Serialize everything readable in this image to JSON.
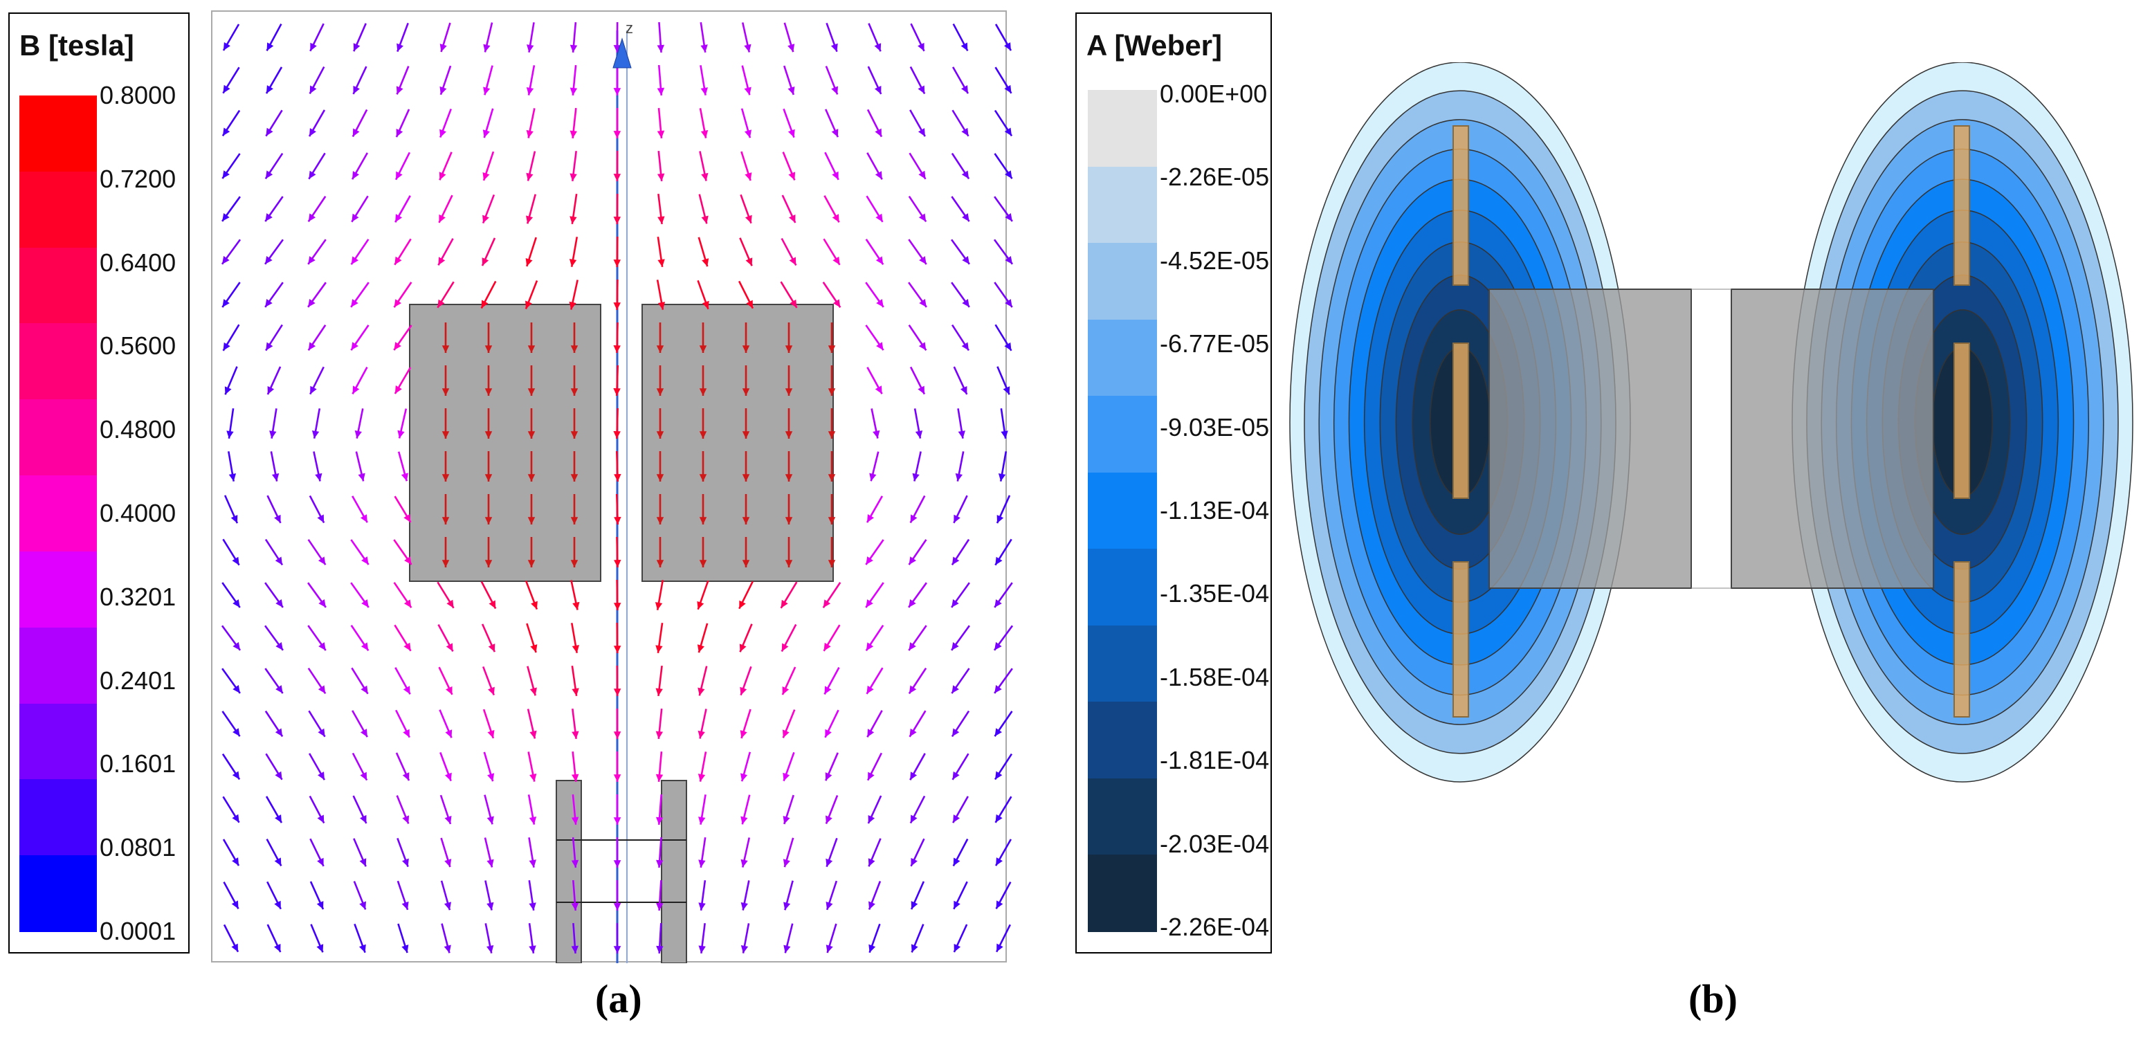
{
  "panel_a": {
    "caption": "(a)",
    "axis_label": "z",
    "legend": {
      "title": "B [tesla]",
      "ticks": [
        "0.8000",
        "0.7200",
        "0.6400",
        "0.5600",
        "0.4800",
        "0.4000",
        "0.3201",
        "0.2401",
        "0.1601",
        "0.0801",
        "0.0001"
      ],
      "colors": [
        "#ff0000",
        "#ff0028",
        "#ff0050",
        "#ff0078",
        "#ff00a0",
        "#ff00cc",
        "#e000ff",
        "#b000ff",
        "#7a00ff",
        "#4400ff",
        "#0000ff"
      ]
    }
  },
  "panel_b": {
    "caption": "(b)",
    "legend": {
      "title": "A [Weber]",
      "ticks": [
        "0.00E+00",
        "-2.26E-05",
        "-4.52E-05",
        "-6.77E-05",
        "-9.03E-05",
        "-1.13E-04",
        "-1.35E-04",
        "-1.58E-04",
        "-1.81E-04",
        "-2.03E-04",
        "-2.26E-04"
      ],
      "colors": [
        "#e3e3e3",
        "#bcd6ee",
        "#95c3ee",
        "#63acf3",
        "#3c98f6",
        "#0b82f6",
        "#0b6dd6",
        "#0e5aae",
        "#114585",
        "#13385f",
        "#142c43"
      ]
    }
  }
}
